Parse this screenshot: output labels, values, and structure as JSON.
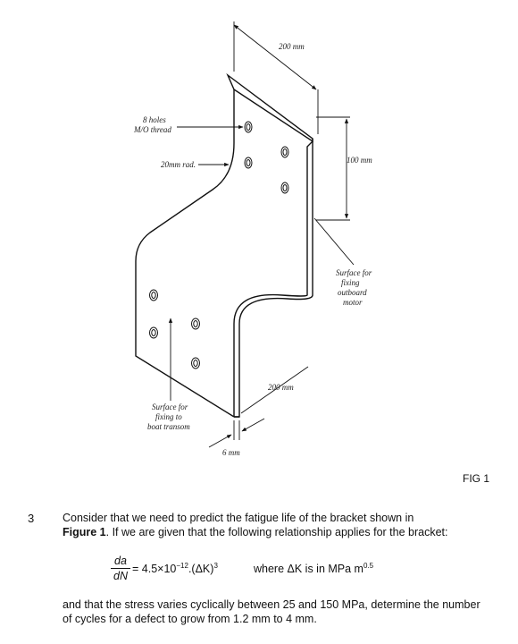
{
  "figure": {
    "labels": {
      "dim_top": "200 mm",
      "dim_right": "100 mm",
      "dim_bottom": "200 mm",
      "dim_thickness": "6 mm",
      "holes_line1": "8 holes",
      "holes_line2": "M/O thread",
      "radius": "20mm rad.",
      "outboard_l1": "Surface for",
      "outboard_l2": "fixing",
      "outboard_l3": "outboard",
      "outboard_l4": "motor",
      "transom_l1": "Surface for",
      "transom_l2": "fixing to",
      "transom_l3": "boat transom"
    },
    "caption": "FIG 1"
  },
  "question": {
    "number": "3",
    "line1": "Consider that we need to predict the fatigue life of the bracket shown in",
    "fig_ref": "Figure 1",
    "line2_rest": ". If we are given that the following relationship applies for the bracket:",
    "formula": {
      "numerator": "da",
      "denominator": "dN",
      "rhs_pre": "= 4.5×10",
      "rhs_exp": "−12",
      "rhs_post": ".(ΔK)",
      "rhs_power": "3",
      "where_text": "where ΔK is in MPa m",
      "where_exp": "0.5"
    },
    "conclusion": "and that the stress varies cyclically between 25 and 150 MPa, determine the number of cycles for a defect to grow from 1.2 mm to 4 mm."
  }
}
